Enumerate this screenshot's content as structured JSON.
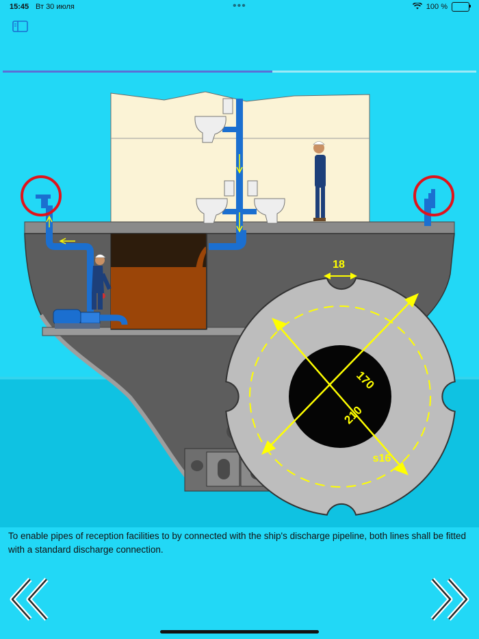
{
  "status_bar": {
    "time": "15:45",
    "date": "Вт 30 июля",
    "battery": "100 %",
    "icons": [
      "wifi-icon",
      "battery-icon"
    ]
  },
  "progress": {
    "fraction": 0.57
  },
  "diagram": {
    "labels": {
      "slot_width": "18",
      "outer_diameter": "210",
      "inner_diameter": "170",
      "thickness": "s16"
    }
  },
  "caption": "To enable pipes of reception facilities to by connected with the ship's discharge pipeline, both lines shall be fitted with a standard discharge connection.",
  "navigation": {
    "prev_icon": "double-chevron-left-icon",
    "next_icon": "double-chevron-right-icon"
  },
  "colors": {
    "background": "#22d8f6",
    "sea": "#0fc2e2",
    "hull": "#5d5d5d",
    "pipe": "#1b6fd0",
    "flange": "#bdbdbd",
    "highlight": "#e0131b",
    "arrow": "#ffff00",
    "progress": "#5b6fd6"
  }
}
